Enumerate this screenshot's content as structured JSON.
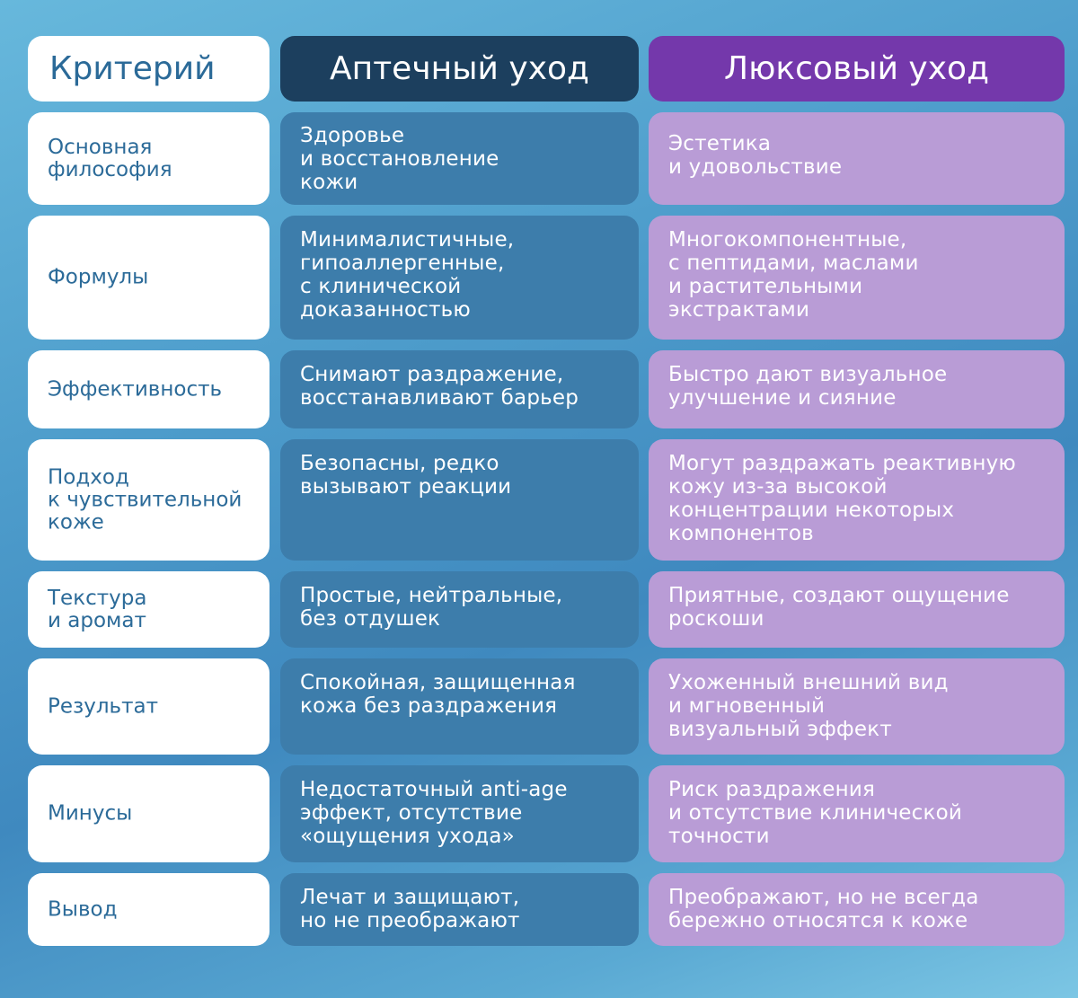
{
  "header": {
    "criterion": "Критерий",
    "pharmacy": "Аптечный уход",
    "luxury": "Люксовый уход"
  },
  "rows": [
    {
      "criterion": "Основная\nфилософия",
      "pharmacy": "Здоровье\nи восстановление\nкожи",
      "luxury": "Эстетика\nи удовольствие"
    },
    {
      "criterion": "Формулы",
      "pharmacy": "Минималистичные,\nгипоаллергенные,\nс клинической\nдоказанностью",
      "luxury": "Многокомпонентные,\nс пептидами, маслами\nи растительными\nэкстрактами"
    },
    {
      "criterion": "Эффективность",
      "pharmacy": "Снимают раздражение,\nвосстанавливают барьер",
      "luxury": "Быстро дают визуальное\nулучшение и сияние"
    },
    {
      "criterion": "Подход\nк чувствительной\nкоже",
      "pharmacy": "Безопасны, редко\nвызывают реакции",
      "luxury": "Могут раздражать реактивную\nкожу из-за высокой\nконцентрации некоторых\nкомпонентов"
    },
    {
      "criterion": "Текстура\nи аромат",
      "pharmacy": "Простые, нейтральные,\nбез отдушек",
      "luxury": "Приятные, создают ощущение\nроскоши"
    },
    {
      "criterion": "Результат",
      "pharmacy": "Спокойная, защищенная\nкожа без раздражения",
      "luxury": "Ухоженный внешний вид\nи мгновенный\nвизуальный эффект"
    },
    {
      "criterion": "Минусы",
      "pharmacy": "Недостаточный anti-age\nэффект, отсутствие\n«ощущения ухода»",
      "luxury": "Риск раздражения\nи отсутствие клинической\nточности"
    },
    {
      "criterion": "Вывод",
      "pharmacy": "Лечат и защищают,\nно не преображают",
      "luxury": "Преображают, но не всегда\nбережно относятся к коже"
    }
  ]
}
